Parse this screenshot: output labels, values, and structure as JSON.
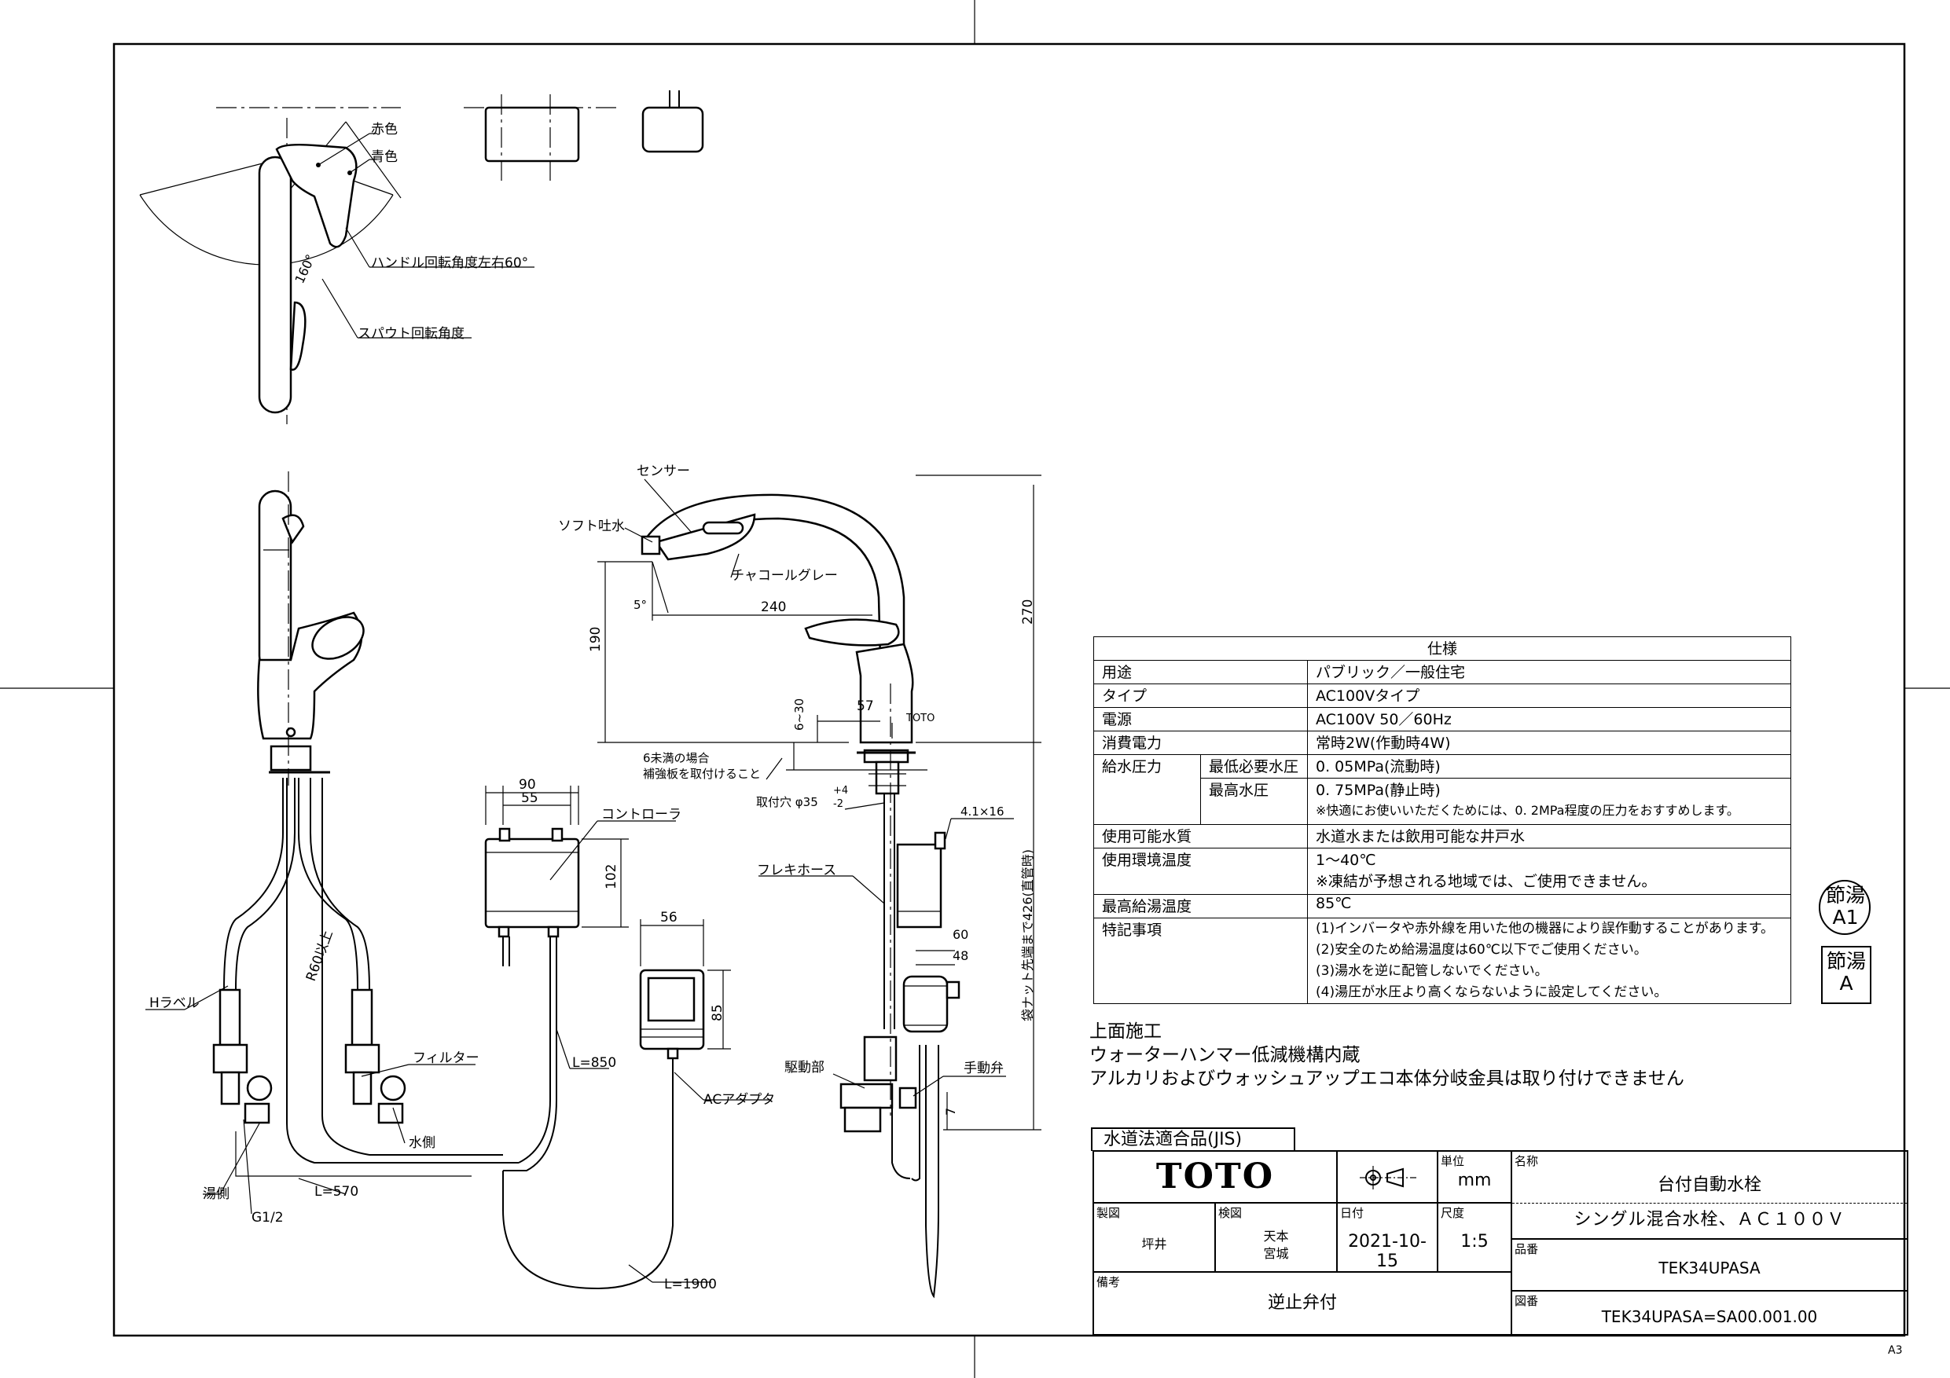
{
  "spec_table": {
    "title": "仕様",
    "rows": [
      {
        "label": "用途",
        "value": "パブリック／一般住宅"
      },
      {
        "label": "タイプ",
        "value": "AC100Vタイプ"
      },
      {
        "label": "電源",
        "value": "AC100V 50／60Hz"
      },
      {
        "label": "消費電力",
        "value": "常時2W(作動時4W)"
      }
    ],
    "pressure_label": "給水圧力",
    "pressure_min_label": "最低必要水圧",
    "pressure_min_value": "0. 05MPa(流動時)",
    "pressure_max_label": "最高水圧",
    "pressure_max_value": "0. 75MPa(静止時)",
    "pressure_note": "※快適にお使いいただくためには、0. 2MPa程度の圧力をおすすめします。",
    "water_label": "使用可能水質",
    "water_value": "水道水または飲用可能な井戸水",
    "temp_label": "使用環境温度",
    "temp_value": "1～40℃",
    "temp_note": "※凍結が予想される地域では、ご使用できません。",
    "hot_label": "最高給湯温度",
    "hot_value": "85℃",
    "special_label": "特記事項",
    "special_items": [
      "(1)インバータや赤外線を用いた他の機器により誤作動することがあります。",
      "(2)安全のため給湯温度は60℃以下でご使用ください。",
      "(3)湯水を逆に配管しないでください。",
      "(4)湯圧が水圧より高くならないように設定してください。"
    ]
  },
  "notes": [
    "上面施工",
    "ウォーターハンマー低減機構内蔵",
    "アルカリおよびウォッシュアップエコ本体分岐金具は取り付けできません"
  ],
  "title_block": {
    "jis_label": "水道法適合品(JIS)",
    "brand": "TOTO",
    "unit_label": "単位",
    "unit_value": "mm",
    "name_label": "名称",
    "name_value1": "台付自動水栓",
    "name_value2": "シングル混合水栓、ＡＣ１００Ｖ",
    "drawn_label": "製図",
    "drawn_value": "坪井",
    "check_label": "検図",
    "check_value1": "天本",
    "check_value2": "宮城",
    "date_label": "日付",
    "date_value": "2021-10-15",
    "scale_label": "尺度",
    "scale_value": "1:5",
    "part_label": "品番",
    "part_value": "TEK34UPASA",
    "remarks_label": "備考",
    "remarks_value": "逆止弁付",
    "drawing_label": "図番",
    "drawing_value": "TEK34UPASA=SA00.001.00"
  },
  "stamps": {
    "stamp1_top": "節湯",
    "stamp1_bottom": "A1",
    "stamp2_top": "節湯",
    "stamp2_bottom": "A"
  },
  "sheet_size": "A3",
  "labels": {
    "red": "赤色",
    "blue": "青色",
    "handle_angle": "ハンドル回転角度左右60°",
    "spout_angle": "スパウト回転角度",
    "angle160": "160°",
    "sensor": "センサー",
    "soft": "ソフト吐水",
    "charcoal": "チャコールグレー",
    "deg5": "5°",
    "toto_mark": "TOTO",
    "reinforce1": "6未満の場合",
    "reinforce2": "補強板を取付けること",
    "hole": "取付穴 φ35",
    "hole_plus": "+4",
    "hole_minus": "-2",
    "controller": "コントローラ",
    "flex_hose": "フレキホース",
    "screw": "4.1×16",
    "h_label": "Hラベル",
    "r60": "R60以上",
    "filter": "フィルター",
    "water_side": "水側",
    "hot_side": "湯側",
    "g12": "G1/2",
    "l570": "L=570",
    "l850": "L=850",
    "l1900": "L=1900",
    "ac_adapter": "ACアダプタ",
    "drive": "駆動部",
    "manual_valve": "手動弁",
    "nut_length": "袋ナット先端まで426(直管時)",
    "d270": "270",
    "d190": "190",
    "d240": "240",
    "d57": "57",
    "d6_30": "6~30",
    "d90": "90",
    "d55": "55",
    "d102": "102",
    "d56": "56",
    "d85": "85",
    "d60": "60",
    "d48": "48",
    "d7": "7"
  }
}
